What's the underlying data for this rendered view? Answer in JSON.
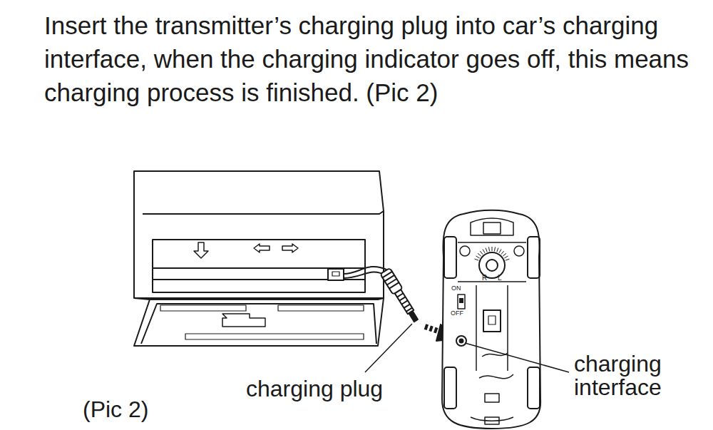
{
  "diagram": {
    "labels": [
      "Insert the transmitter’s charging plug into car’s charging interface, when the charging indicator goes off, this means charging process is finished. (Pic 2)",
      "(Pic 2)",
      "charging plug",
      "charging interface",
      "ON",
      "OFF",
      "R",
      "L"
    ]
  }
}
